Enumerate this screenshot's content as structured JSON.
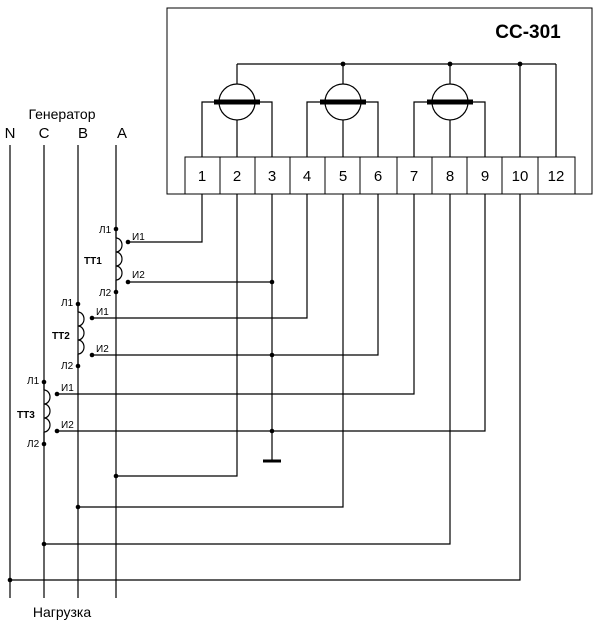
{
  "device": {
    "title": "СС-301"
  },
  "terminals": [
    "1",
    "2",
    "3",
    "4",
    "5",
    "6",
    "7",
    "8",
    "9",
    "10",
    "12"
  ],
  "lines": {
    "header": "Генератор",
    "footer": "Нагрузка",
    "phases": [
      "N",
      "C",
      "B",
      "A"
    ]
  },
  "transformers": [
    {
      "name": "ТТ1",
      "l1": "Л1",
      "l2": "Л2",
      "i1": "И1",
      "i2": "И2"
    },
    {
      "name": "ТТ2",
      "l1": "Л1",
      "l2": "Л2",
      "i1": "И1",
      "i2": "И2"
    },
    {
      "name": "ТТ3",
      "l1": "Л1",
      "l2": "Л2",
      "i1": "И1",
      "i2": "И2"
    }
  ]
}
